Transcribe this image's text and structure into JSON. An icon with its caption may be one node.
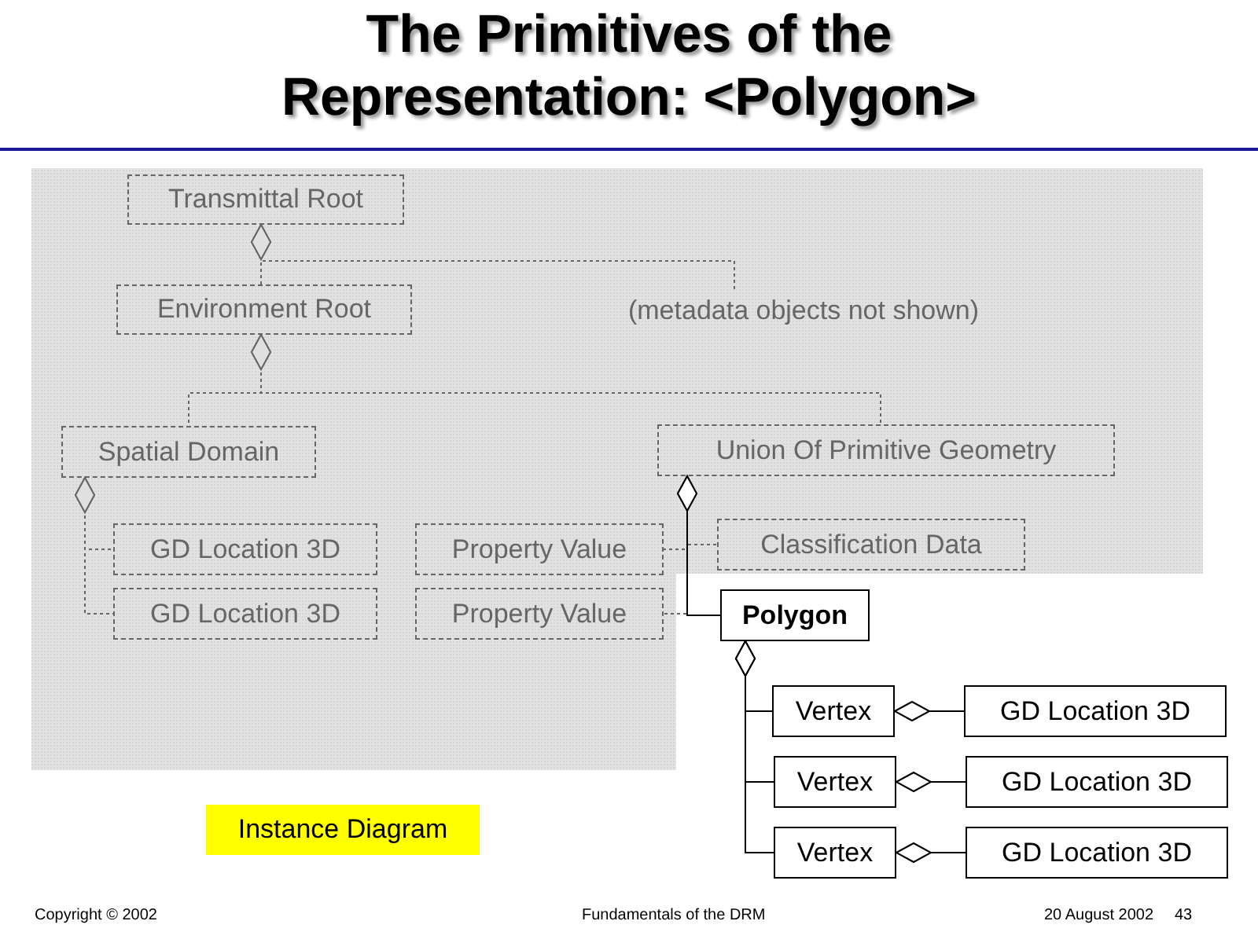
{
  "diagram": {
    "title": "The Primitives of the Representation: <Polygon>",
    "nodes": [
      {
        "text": [
          "Transmittal Root"
        ]
      },
      {
        "text": [
          "Environment Root"
        ]
      },
      {
        "text": [
          "(metadata objects not shown)"
        ]
      },
      {
        "text": [
          "Spatial Domain"
        ]
      },
      {
        "text": [
          "Union Of Primitive Geometry"
        ]
      },
      {
        "text": [
          "GD Location 3D"
        ]
      },
      {
        "text": [
          "Property Value"
        ]
      },
      {
        "text": [
          "Classification Data"
        ]
      },
      {
        "text": [
          "GD Location 3D"
        ]
      },
      {
        "text": [
          "Property Value"
        ]
      },
      {
        "text": [
          "Polygon"
        ]
      },
      {
        "text": [
          "Vertex"
        ]
      },
      {
        "text": [
          "GD Location 3D"
        ]
      },
      {
        "text": [
          "Vertex"
        ]
      },
      {
        "text": [
          "GD Location 3D"
        ]
      },
      {
        "text": [
          "Vertex"
        ]
      },
      {
        "text": [
          "GD Location 3D"
        ]
      },
      {
        "text": [
          "Instance Diagram"
        ]
      }
    ],
    "edges": [
      {
        "from": 0,
        "to": 1,
        "arrow": "other",
        "style": "dashed"
      },
      {
        "from": 0,
        "to": 2,
        "arrow": "other",
        "style": "dashed"
      },
      {
        "from": 1,
        "to": 3,
        "arrow": "other",
        "style": "dashed"
      },
      {
        "from": 1,
        "to": 4,
        "arrow": "other",
        "style": "dashed"
      },
      {
        "from": 3,
        "to": 5,
        "arrow": "other",
        "style": "dashed"
      },
      {
        "from": 3,
        "to": 8,
        "arrow": "other",
        "style": "dashed"
      },
      {
        "from": 4,
        "to": 6,
        "arrow": "other",
        "style": "dashed"
      },
      {
        "from": 4,
        "to": 7,
        "arrow": "other",
        "style": "dashed"
      },
      {
        "from": 4,
        "to": 9,
        "arrow": "other",
        "style": "dashed"
      },
      {
        "from": 4,
        "to": 10,
        "arrow": "other",
        "color": "#000000"
      },
      {
        "from": 10,
        "to": 11,
        "arrow": "other",
        "color": "#000000"
      },
      {
        "from": 10,
        "to": 13,
        "arrow": "other",
        "color": "#000000"
      },
      {
        "from": 10,
        "to": 15,
        "arrow": "other",
        "color": "#000000"
      },
      {
        "from": 11,
        "to": 12,
        "arrow": "other",
        "color": "#000000"
      },
      {
        "from": 13,
        "to": 14,
        "arrow": "other",
        "color": "#000000"
      },
      {
        "from": 15,
        "to": 16,
        "arrow": "other",
        "color": "#000000"
      }
    ],
    "labels": [
      "Copyright © 2002",
      "Fundamentals of the DRM",
      "20 August 2002",
      "43"
    ]
  }
}
